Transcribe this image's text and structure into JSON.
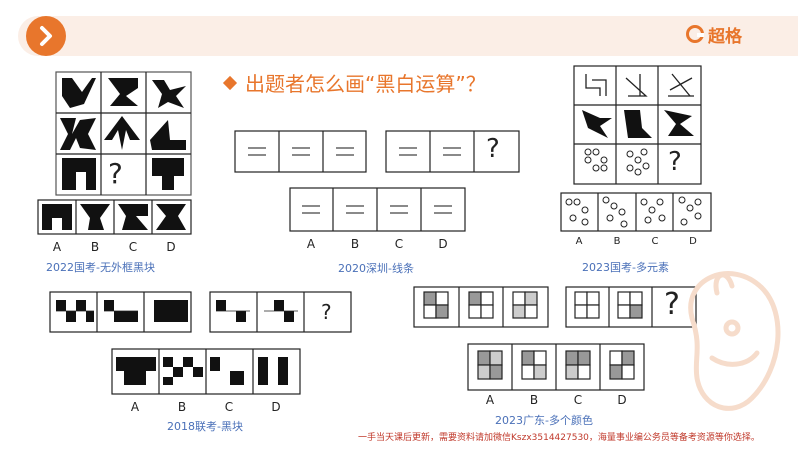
{
  "header": {
    "brand": "超格"
  },
  "title": "出题者怎么画“黑白运算”？",
  "question_mark": "?",
  "options": {
    "a": "A",
    "b": "B",
    "c": "C",
    "d": "D"
  },
  "examples": [
    {
      "caption": "2022国考-无外框黑块"
    },
    {
      "caption": "2020深圳-线条"
    },
    {
      "caption": "2023国考-多元素"
    },
    {
      "caption": "2018联考-黑块"
    },
    {
      "caption": "2023广东-多个颜色"
    }
  ],
  "footer": "一手当天课后更新，需要资料请加微信Kszx3514427530，海量事业编公务员等备考资源等你选择。",
  "colors": {
    "accent": "#e8762c",
    "caption": "#4a70b8",
    "footer": "#c0392b"
  }
}
